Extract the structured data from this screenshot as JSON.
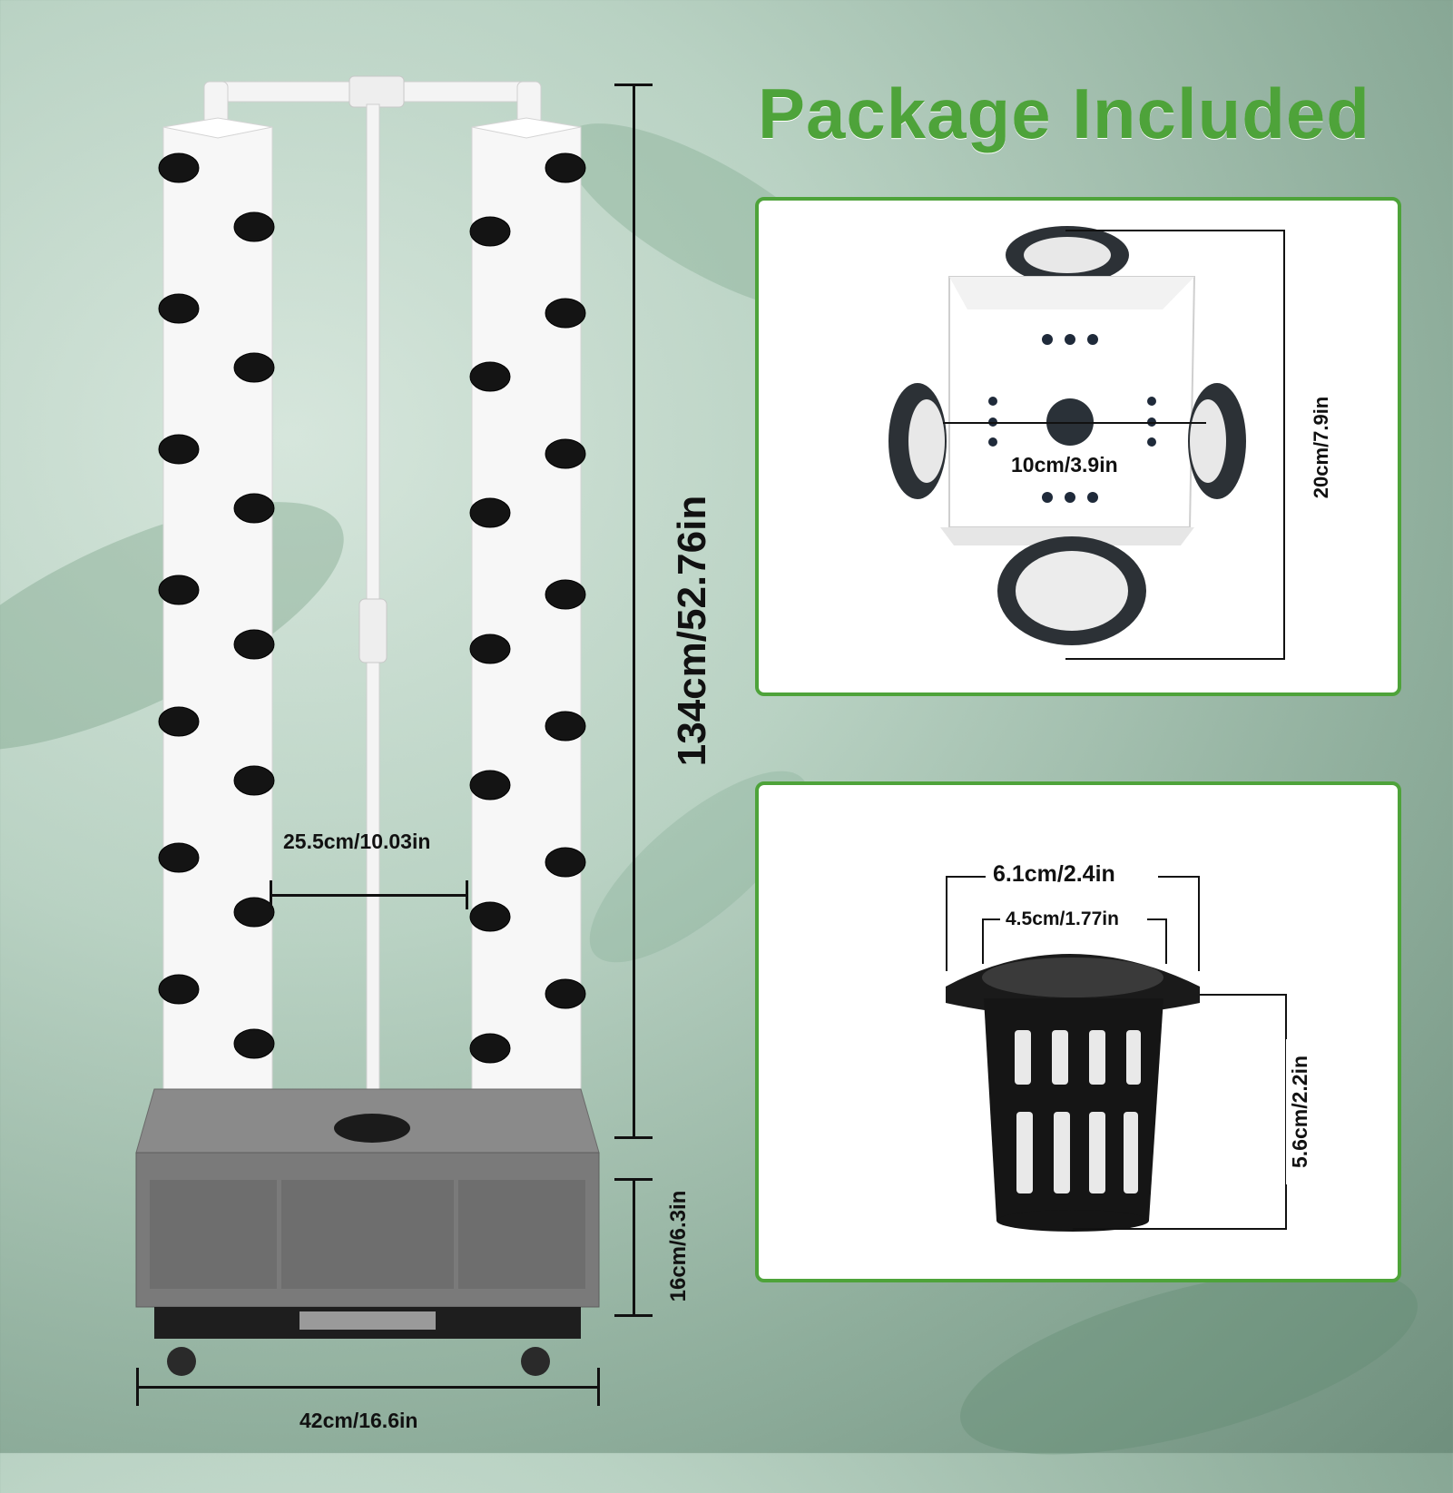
{
  "title": "Package Included",
  "dimensions": {
    "tower_height": "134cm/52.76in",
    "tower_gap": "25.5cm/10.03in",
    "base_height": "16cm/6.3in",
    "base_width": "42cm/16.6in",
    "cube_side": "10cm/3.9in",
    "cube_height": "20cm/7.9in",
    "cup_outer": "6.1cm/2.4in",
    "cup_inner": "4.5cm/1.77in",
    "cup_height": "5.6cm/2.2in"
  },
  "colors": {
    "accent": "#4ea33a",
    "tower": "#f7f7f7",
    "reservoir": "#7a7a7a",
    "cup": "#1a1a1a"
  }
}
